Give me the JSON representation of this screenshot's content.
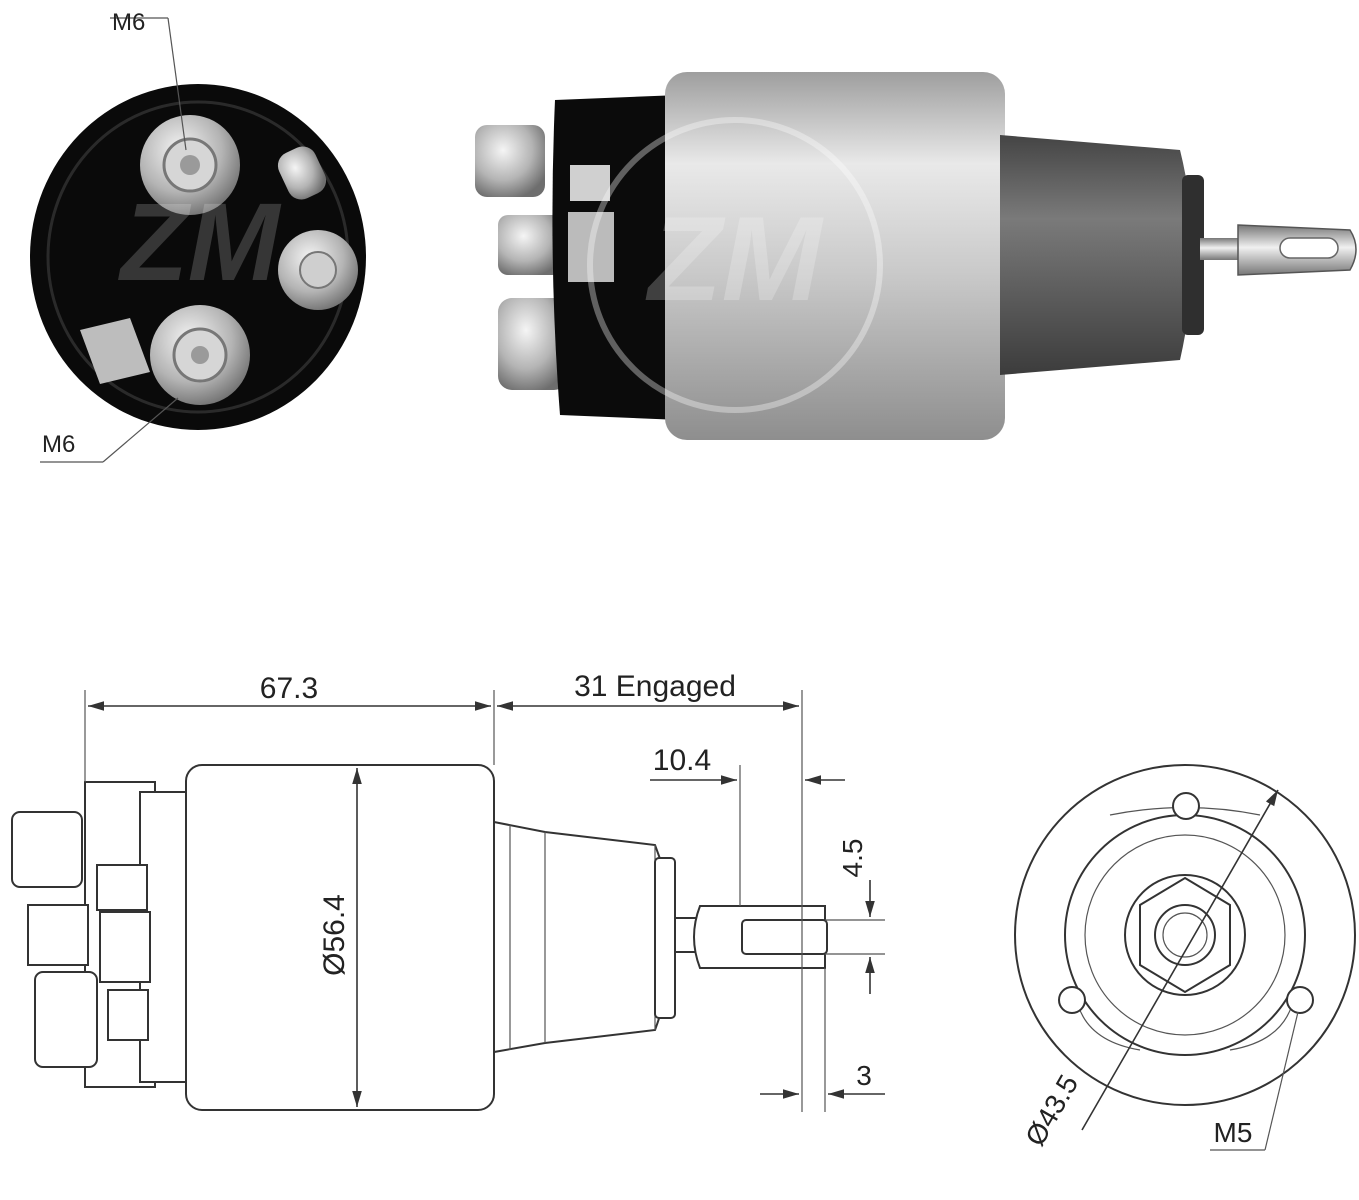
{
  "photos": {
    "end_view_labels": {
      "top": "M6",
      "bottom": "M6"
    }
  },
  "drawing": {
    "side_view": {
      "body_length": "67.3",
      "plunger_travel": "31 Engaged",
      "eye_offset": "10.4",
      "eye_height": "4.5",
      "eye_thickness": "3",
      "body_diameter": "Ø56.4"
    },
    "end_view": {
      "bolt_circle": "Ø43.5",
      "mount_thread": "M5"
    }
  },
  "colors": {
    "metal_light": "#e6e6e6",
    "metal_mid": "#bdbdbd",
    "cap_dark": "#0b0b0b",
    "boot_grey": "#5e5e5e",
    "line": "#333333"
  }
}
